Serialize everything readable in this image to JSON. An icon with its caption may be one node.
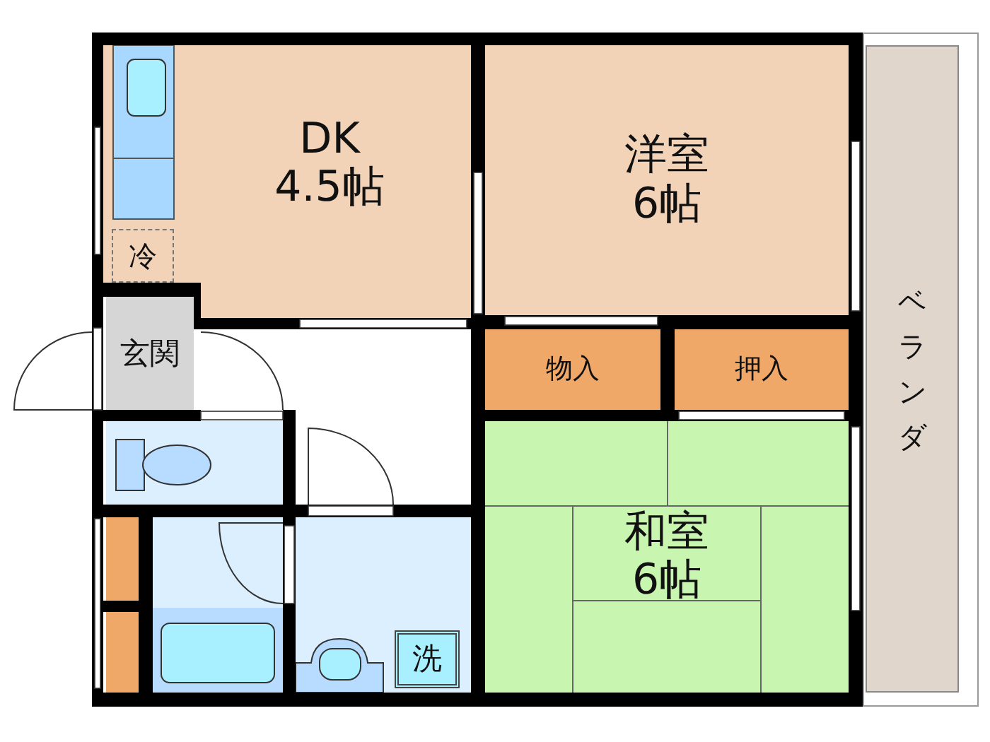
{
  "diagram": {
    "nodes": [
      {
        "text": [
          "DK",
          "4.5帖"
        ]
      },
      {
        "text": [
          "洋室",
          "6帖"
        ]
      },
      {
        "text": [
          "冷"
        ],
        "in": 0
      },
      {
        "text": [
          "玄関"
        ]
      },
      {
        "text": [
          "物入"
        ]
      },
      {
        "text": [
          "押入"
        ]
      },
      {
        "text": [
          "和室",
          "6帖"
        ]
      },
      {
        "text": [
          "洗"
        ]
      },
      {
        "text": [
          "ベランダ"
        ]
      }
    ]
  }
}
